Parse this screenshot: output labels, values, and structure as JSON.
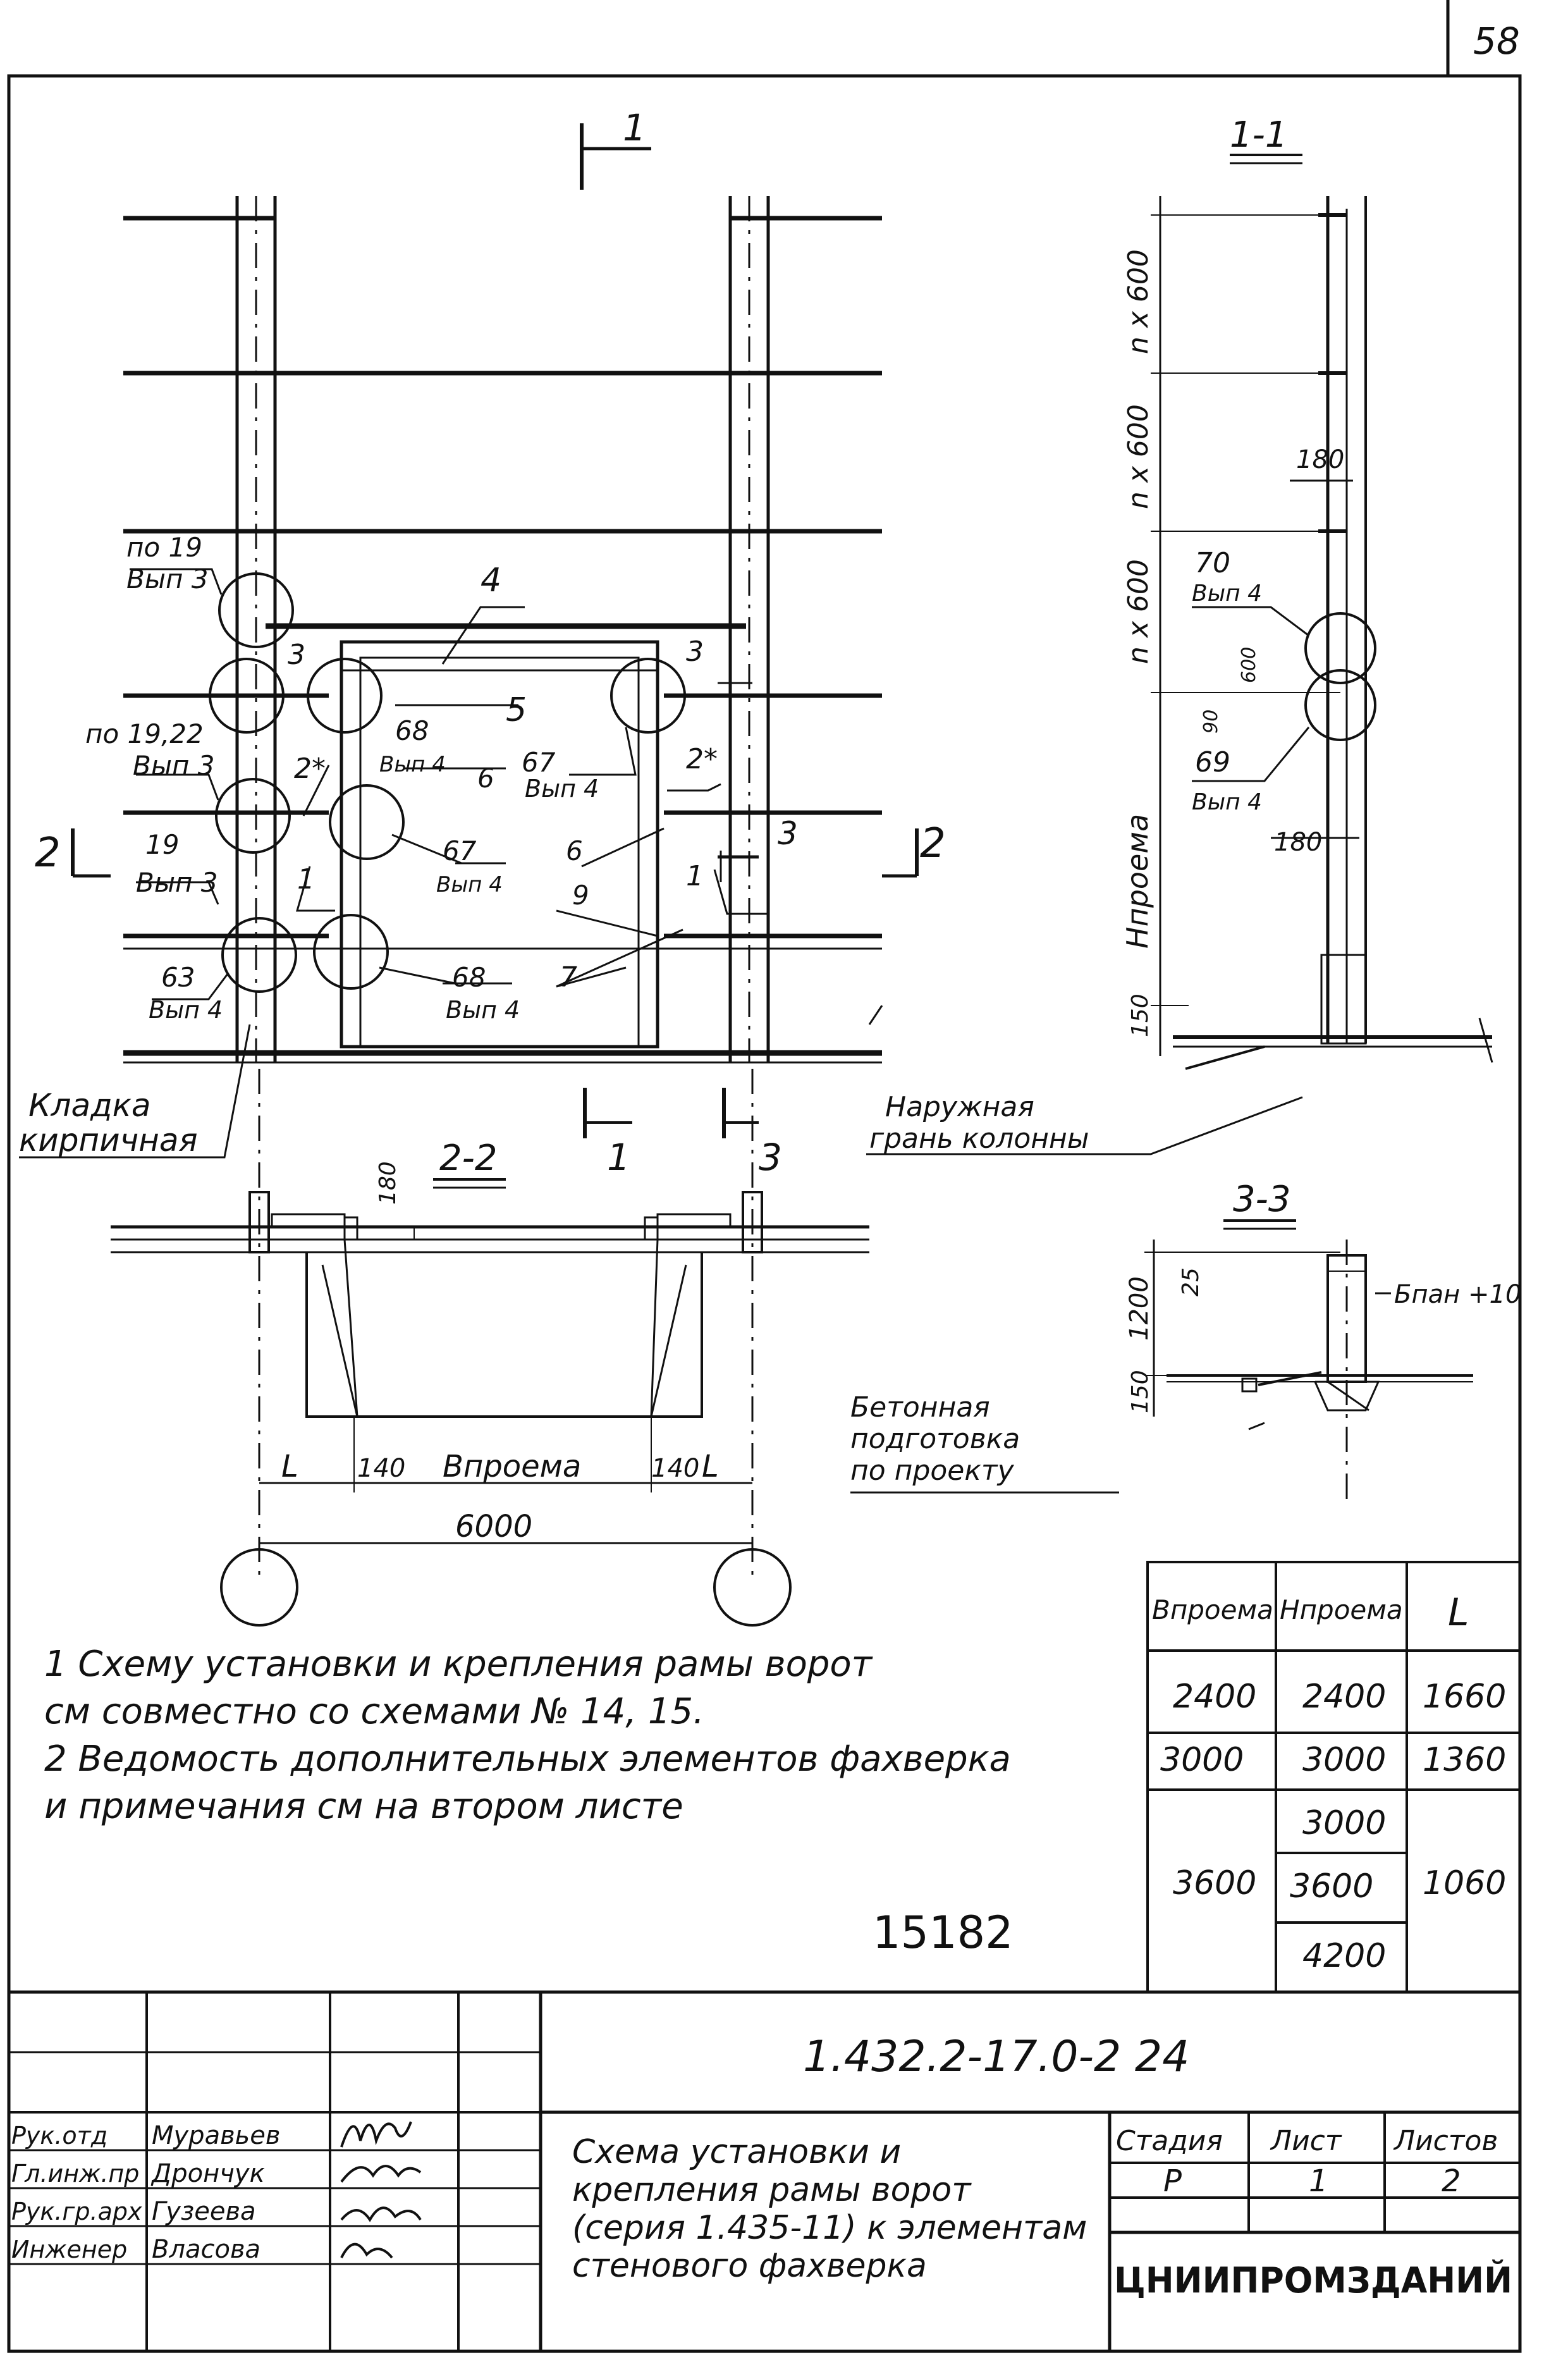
{
  "sheet_number": "58",
  "section_marks": {
    "cut_1": "1",
    "cut_2": "2",
    "cut_3": "3",
    "view_1_1": "1-1",
    "view_2_2": "2-2",
    "view_3_3": "3-3"
  },
  "elevation_labels": {
    "ref_19_vyp3_a": "по 19",
    "ref_19_vyp3_a2": "Вып 3",
    "ref_1922_vyp3": "по 19,22",
    "ref_1922_vyp3_2": "Вып 3",
    "ref_19_vyp3_b": "19",
    "ref_19_vyp3_b2": "Вып 3",
    "ref_63": "63",
    "ref_63_2": "Вып 4",
    "ref_68_a": "68",
    "ref_68_a2": "Вып 4",
    "ref_67_a": "67",
    "ref_67_a2": "Вып 4",
    "ref_67_b": "67",
    "ref_67_b2": "Вып 4",
    "ref_68_b": "68",
    "ref_68_b2": "Вып 4",
    "pos_4": "4",
    "pos_5": "5",
    "pos_3a": "3",
    "pos_3b": "3",
    "pos_2a": "2*",
    "pos_2b": "2*",
    "pos_6a": "6",
    "pos_6b": "6",
    "pos_9": "9",
    "pos_1a": "1",
    "pos_1b": "1",
    "pos_7": "7",
    "pos_3c": "3",
    "masonry_1": "Кладка",
    "masonry_2": "кирпичная",
    "outer_face_1": "Наружная",
    "outer_face_2": "грань колонны"
  },
  "section_1_1": {
    "dim_n600_a": "n x 600",
    "dim_n600_b": "n x 600",
    "dim_n600_c": "n x 600",
    "dim_180_a": "180",
    "dim_180_b": "180",
    "dim_600": "600",
    "dim_90": "90",
    "dim_150": "150",
    "h_opening": "Hпроема",
    "ref_70": "70",
    "ref_70_2": "Вып 4",
    "ref_69": "69",
    "ref_69_2": "Вып 4"
  },
  "section_2_2": {
    "dim_180": "180",
    "dim_L_left": "L",
    "dim_140_left": "140",
    "b_opening": "Bпроема",
    "dim_140_right": "140",
    "dim_L_right": "L",
    "dim_6000": "6000"
  },
  "section_3_3": {
    "dim_25": "25",
    "dim_1200": "1200",
    "dim_150": "150",
    "b_note": "Бпан +10",
    "concrete_1": "Бетонная",
    "concrete_2": "подготовка",
    "concrete_3": "по проекту"
  },
  "notes": [
    "1  Схему установки и крепления рамы ворот",
    "    см совместно со схемами № 14, 15.",
    "2  Ведомость дополнительных элементов фахверка",
    "    и примечания см на втором листе"
  ],
  "handwritten_number": "15182",
  "size_table": {
    "headers": [
      "Bпроема",
      "Hпроема",
      "L"
    ],
    "rows": [
      [
        "2400",
        "2400",
        "1660"
      ],
      [
        "3000",
        "3000",
        "1360"
      ],
      [
        "3600",
        "3000",
        "1060"
      ],
      [
        "",
        "3600",
        ""
      ],
      [
        "",
        "4200",
        ""
      ]
    ]
  },
  "title_block": {
    "document_code": "1.432.2-17.0-2   24",
    "roles": [
      "Рук.отд",
      "Гл.инж.пр",
      "Рук.гр.арх",
      "Инженер"
    ],
    "names": [
      "Муравьев",
      "Дрончук",
      "Гузеева",
      "Власова"
    ],
    "title_lines": [
      "Схема установки и",
      "крепления рамы ворот",
      "(серия 1.435-11) к элементам",
      "стенового фахверка"
    ],
    "stage_header": "Стадия",
    "sheet_header": "Лист",
    "sheets_header": "Листов",
    "stage": "Р",
    "sheet": "1",
    "sheets": "2",
    "organization": "ЦНИИПРОМЗДАНИЙ"
  }
}
